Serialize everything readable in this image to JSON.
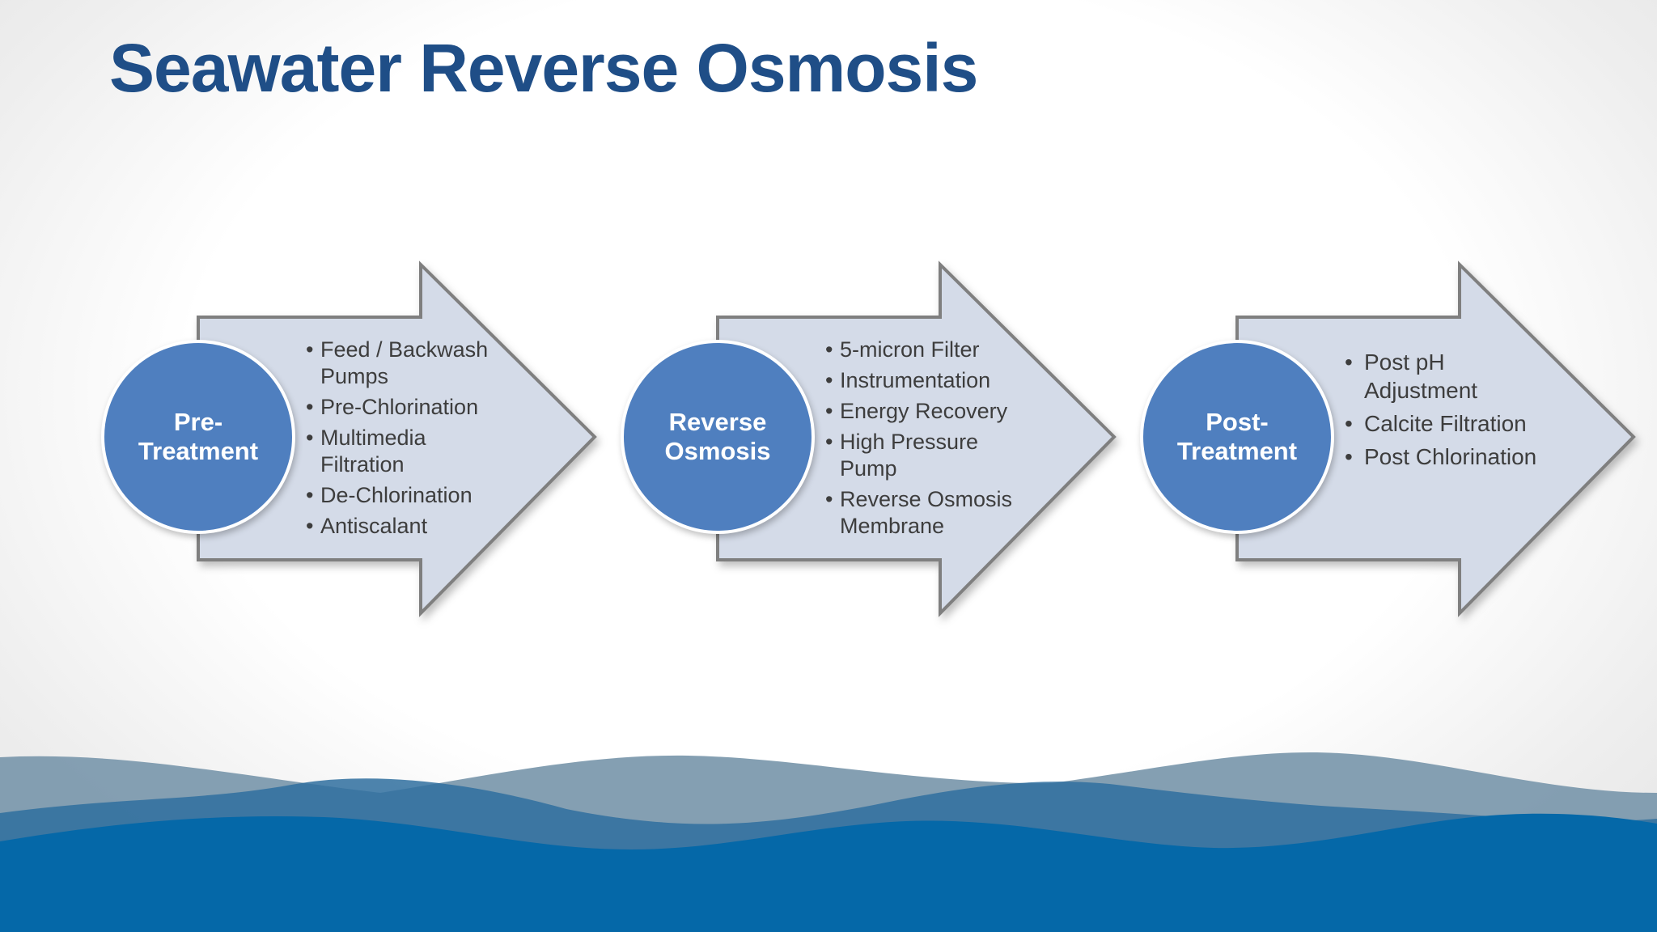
{
  "title": "Seawater Reverse Osmosis",
  "stages": [
    {
      "label_lines": [
        "Pre-",
        "Treatment"
      ],
      "items": [
        "Feed / Backwash Pumps",
        "Pre-Chlorination",
        "Multimedia Filtration",
        "De-Chlorination",
        "Antiscalant"
      ]
    },
    {
      "label_lines": [
        "Reverse",
        "Osmosis"
      ],
      "items": [
        "5-micron Filter",
        "Instrumentation",
        "Energy Recovery",
        "High Pressure Pump",
        "Reverse Osmosis Membrane"
      ]
    },
    {
      "label_lines": [
        "Post-",
        "Treatment"
      ],
      "items": [
        "Post pH Adjustment",
        "Calcite Filtration",
        "Post Chlorination"
      ]
    }
  ],
  "colors": {
    "title": "#1f4e87",
    "circle": "#4f7fbf",
    "arrow_fill": "#d4dbe8",
    "arrow_stroke": "#7f7f7f",
    "wave_light": "#7d9aae",
    "wave_mid": "#2f6e9f",
    "wave_dark": "#0568a8"
  }
}
